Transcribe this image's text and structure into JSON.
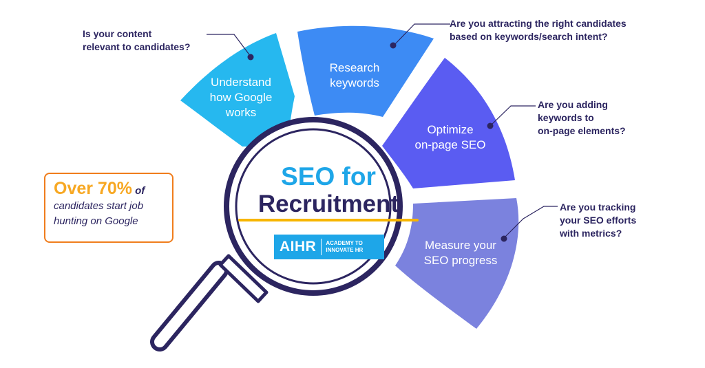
{
  "segments": [
    {
      "label": "Understand\nhow Google\nworks",
      "color": "#26b8ef"
    },
    {
      "label": "Research\nkeywords",
      "color": "#3d8bf4"
    },
    {
      "label": "Optimize\non-page SEO",
      "color": "#5a5cf2"
    },
    {
      "label": "Measure your\nSEO progress",
      "color": "#7b82de"
    }
  ],
  "questions": [
    "Is your content\nrelevant to candidates?",
    "Are you attracting the right candidates\nbased on keywords/search intent?",
    "Are you adding\nkeywords to\non-page elements?",
    "Are you tracking\nyour SEO efforts\nwith metrics?"
  ],
  "stat": {
    "highlight": "Over 70%",
    "of": "of",
    "rest": "candidates start job hunting on Google"
  },
  "title": {
    "line1": "SEO for",
    "line2": "Recruitment"
  },
  "logo": {
    "wordmark": "AIHR",
    "tagline": "ACADEMY TO\nINNOVATE HR"
  },
  "colors": {
    "navy": "#2c2560",
    "title_blue": "#1ea6e8",
    "underline": "#f7b500",
    "stat_orange": "#f07d1c",
    "stat_highlight": "#f7a823",
    "dot": "#2c2560"
  }
}
